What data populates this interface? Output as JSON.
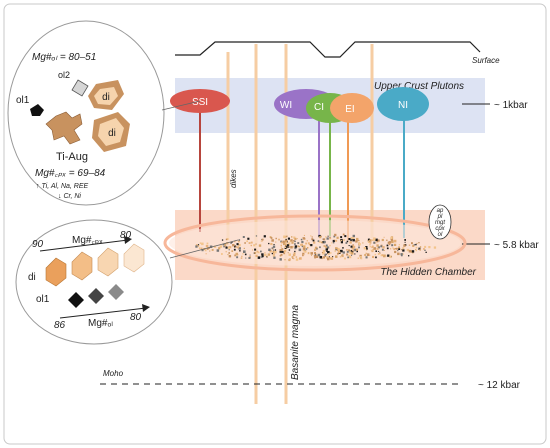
{
  "diagram": {
    "labels": {
      "surface": "Surface",
      "upper_crust": "Upper Crust Plutons",
      "p1": "~ 1kbar",
      "hidden": "The Hidden Chamber",
      "p2": "~ 5.8 kbar",
      "moho": "Moho",
      "p3": "~ 12 kbar",
      "dikes": "dikes",
      "basanite": "Basanite magma"
    },
    "plutons": {
      "ssi": "SSI",
      "wi": "WI",
      "ci": "CI",
      "ei": "EI",
      "ni": "NI"
    },
    "mineral_list": [
      "ap",
      "pl",
      "mgt",
      "cpx",
      "ol"
    ],
    "inset_top": {
      "mg_ol": "Mg#ₒₗ = 80–51",
      "ol2": "ol2",
      "ol1": "ol1",
      "di1": "di",
      "di2": "di",
      "tiaug": "Ti-Aug",
      "mg_cpx": "Mg#꜀ₚₓ = 69–84",
      "enrich": "↑ Ti, Al, Na, REE",
      "deplete": "↓ Cr, Ni"
    },
    "inset_bottom": {
      "cpx_from": "90",
      "cpx_label": "Mg#꜀ₚₓ",
      "cpx_to": "80",
      "di": "di",
      "ol1": "ol1",
      "ol_from": "86",
      "ol_label": "Mg#ₒₗ",
      "ol_to": "80"
    },
    "colors": {
      "upper_band": "#dde3f3",
      "chamber_band": "#fbd9c8",
      "ssi": "#d9574e",
      "wi": "#9a73c7",
      "ci": "#77b54a",
      "ei": "#f3a46a",
      "ni": "#4aaac7",
      "dike": "#f6cda3"
    }
  }
}
